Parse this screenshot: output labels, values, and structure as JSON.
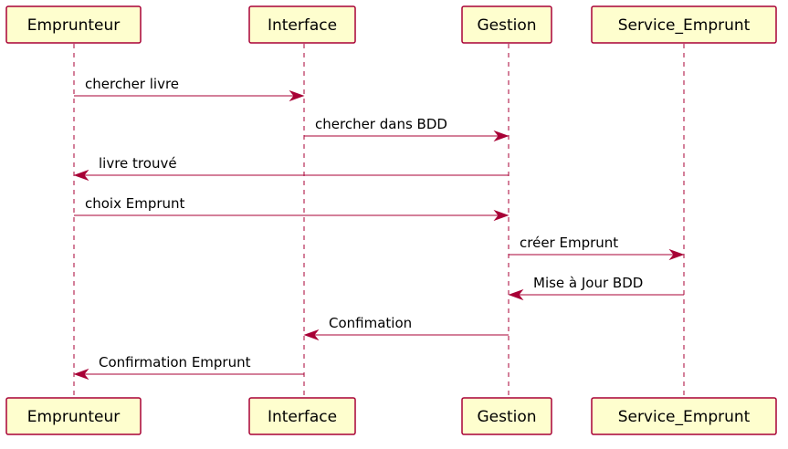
{
  "colors": {
    "box_fill": "#FEFECE",
    "box_border": "#A80036",
    "arrow": "#A80036",
    "text": "#000000"
  },
  "participants": [
    {
      "id": "emprunteur",
      "label": "Emprunteur"
    },
    {
      "id": "interface",
      "label": "Interface"
    },
    {
      "id": "gestion",
      "label": "Gestion"
    },
    {
      "id": "service_emprunt",
      "label": "Service_Emprunt"
    }
  ],
  "messages": [
    {
      "from": 0,
      "to": 1,
      "label": "chercher livre"
    },
    {
      "from": 1,
      "to": 2,
      "label": "chercher dans BDD"
    },
    {
      "from": 2,
      "to": 0,
      "label": "livre trouvé"
    },
    {
      "from": 0,
      "to": 2,
      "label": "choix Emprunt"
    },
    {
      "from": 2,
      "to": 3,
      "label": "créer Emprunt"
    },
    {
      "from": 3,
      "to": 2,
      "label": "Mise à Jour BDD"
    },
    {
      "from": 2,
      "to": 1,
      "label": "Confimation"
    },
    {
      "from": 1,
      "to": 0,
      "label": "Confirmation Emprunt"
    }
  ]
}
